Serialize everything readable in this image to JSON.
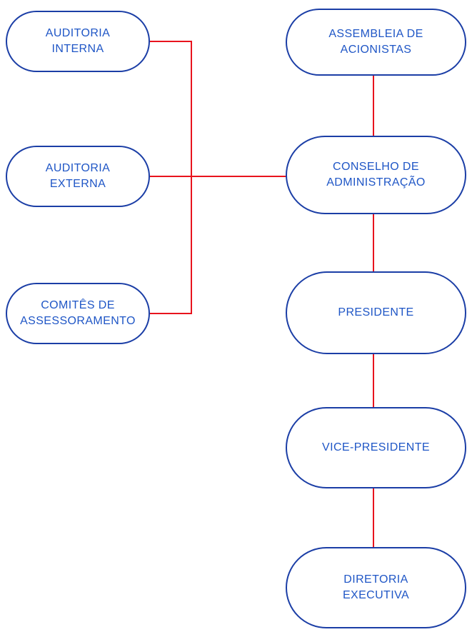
{
  "colors": {
    "node_border": "#1b3ea6",
    "node_text": "#1f56c6",
    "connector": "#e8131d",
    "background": "#ffffff"
  },
  "nodes": {
    "auditoria_interna": {
      "label": "AUDITORIA\nINTERNA"
    },
    "auditoria_externa": {
      "label": "AUDITORIA\nEXTERNA"
    },
    "comites_assessoramento": {
      "label": "COMITÊS DE\nASSESSORAMENTO"
    },
    "assembleia_acionistas": {
      "label": "ASSEMBLEIA DE\nACIONISTAS"
    },
    "conselho_administracao": {
      "label": "CONSELHO DE\nADMINISTRAÇÃO"
    },
    "presidente": {
      "label": "PRESIDENTE"
    },
    "vice_presidente": {
      "label": "VICE-PRESIDENTE"
    },
    "diretoria_executiva": {
      "label": "DIRETORIA\nEXECUTIVA"
    }
  },
  "edges": [
    {
      "from": "assembleia_acionistas",
      "to": "conselho_administracao"
    },
    {
      "from": "conselho_administracao",
      "to": "presidente"
    },
    {
      "from": "presidente",
      "to": "vice_presidente"
    },
    {
      "from": "vice_presidente",
      "to": "diretoria_executiva"
    },
    {
      "from": "auditoria_interna",
      "to": "conselho_administracao"
    },
    {
      "from": "auditoria_externa",
      "to": "conselho_administracao"
    },
    {
      "from": "comites_assessoramento",
      "to": "conselho_administracao"
    }
  ]
}
